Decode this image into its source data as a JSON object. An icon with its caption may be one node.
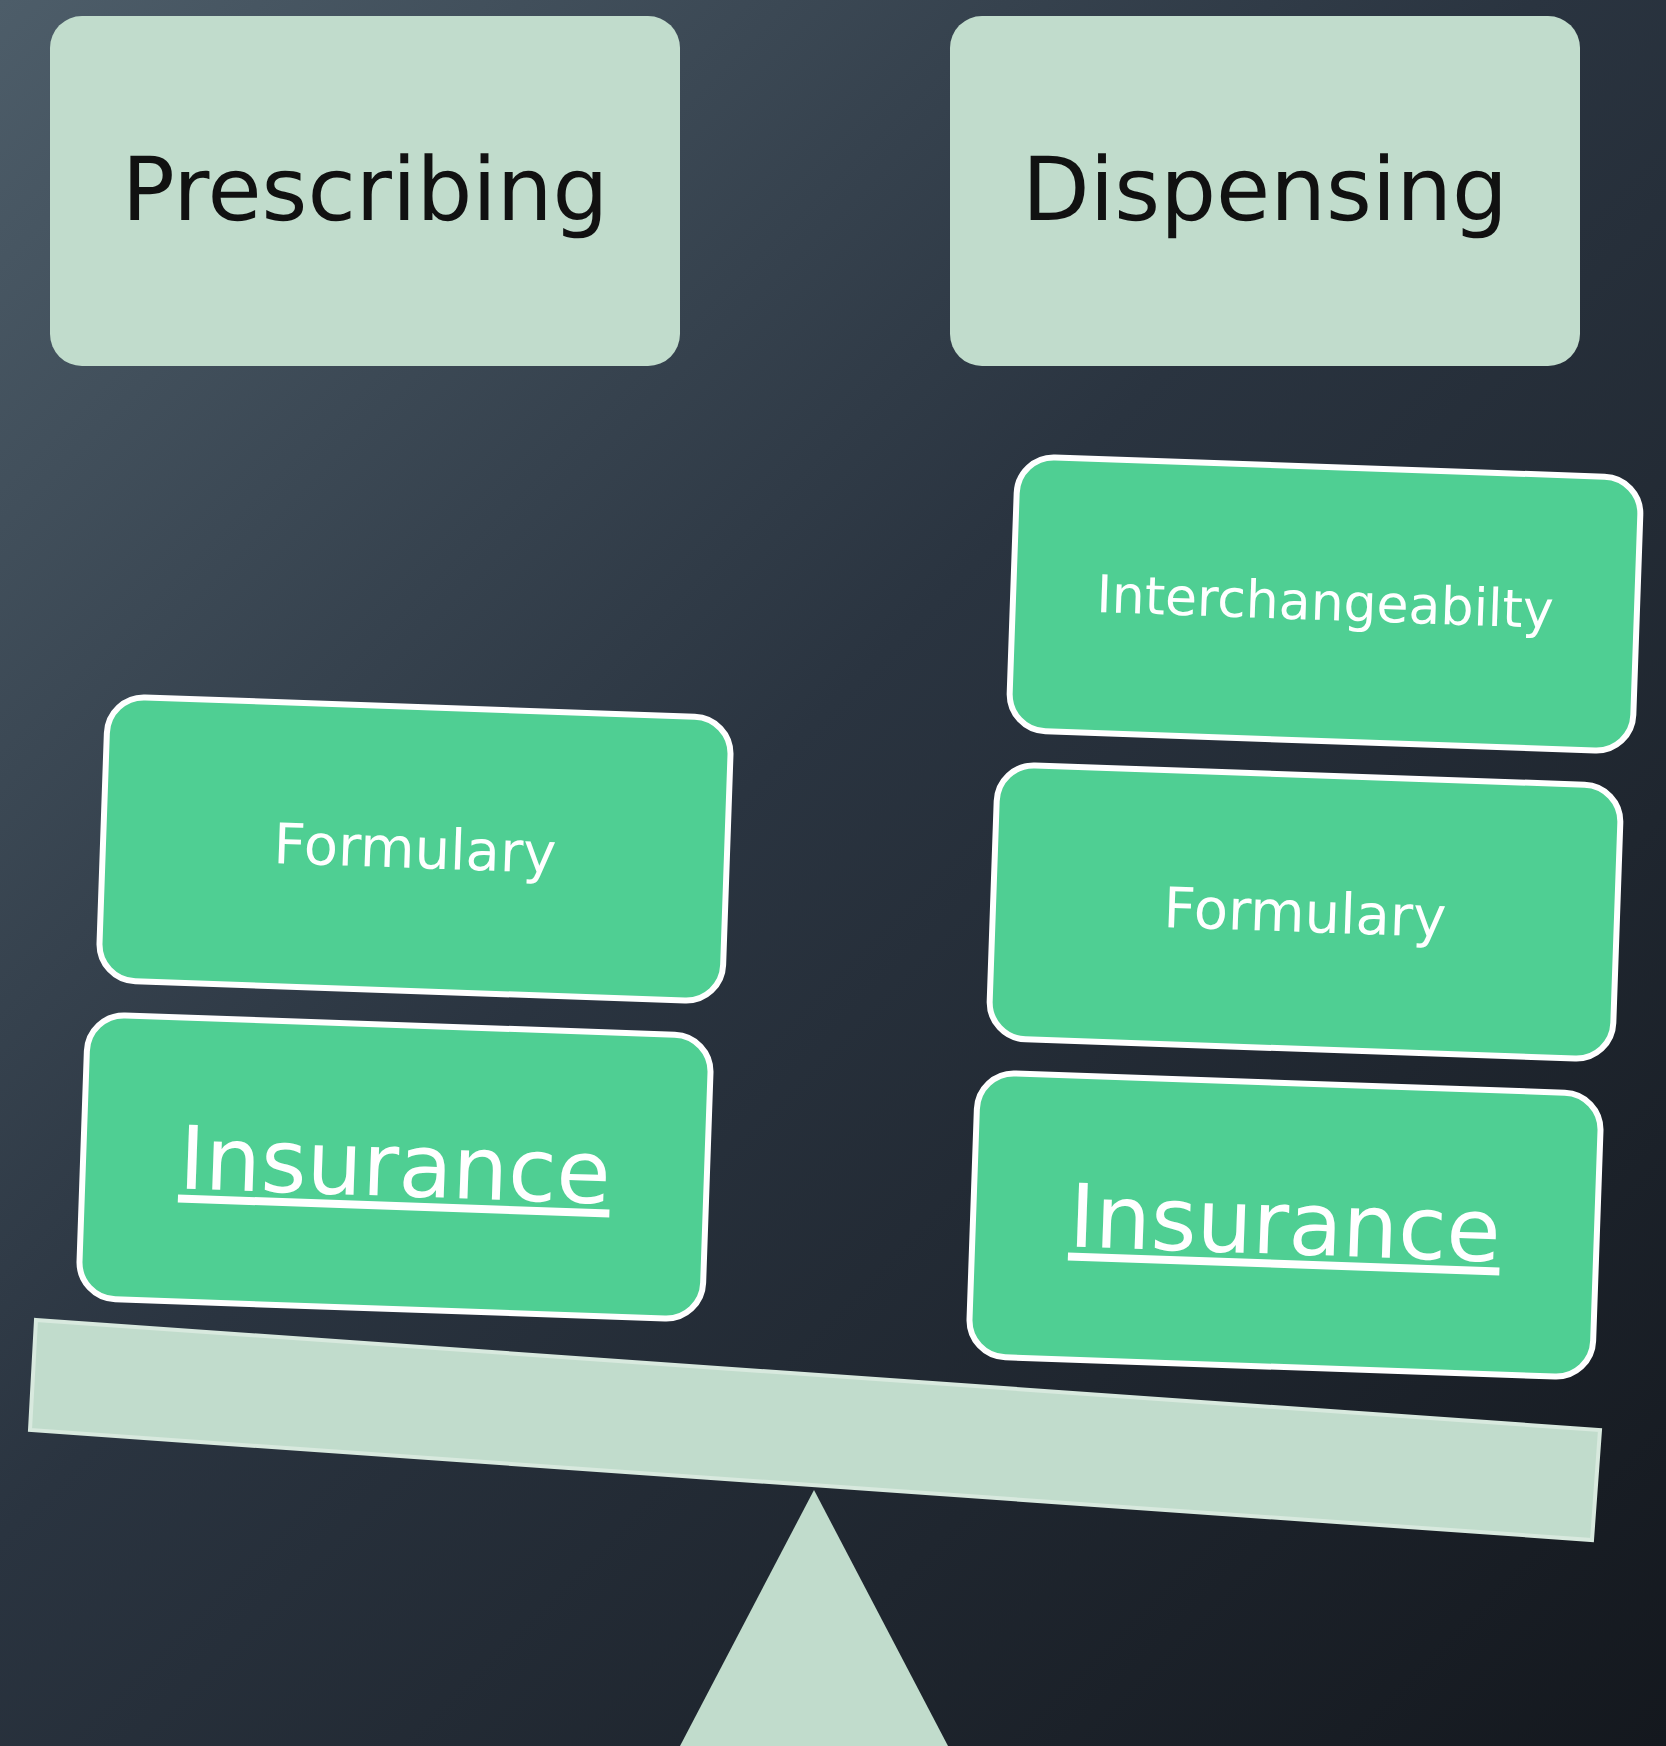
{
  "diagram": {
    "nodes": [
      {
        "text": [
          "Prescribing"
        ]
      },
      {
        "text": [
          "Dispensing"
        ]
      },
      {
        "text": [
          "Interchangeabilty"
        ]
      },
      {
        "text": [
          "Formulary"
        ]
      },
      {
        "text": [
          "Formulary"
        ]
      },
      {
        "text": [
          "Insurance"
        ]
      },
      {
        "text": [
          "Insurance"
        ]
      }
    ],
    "edges": []
  }
}
